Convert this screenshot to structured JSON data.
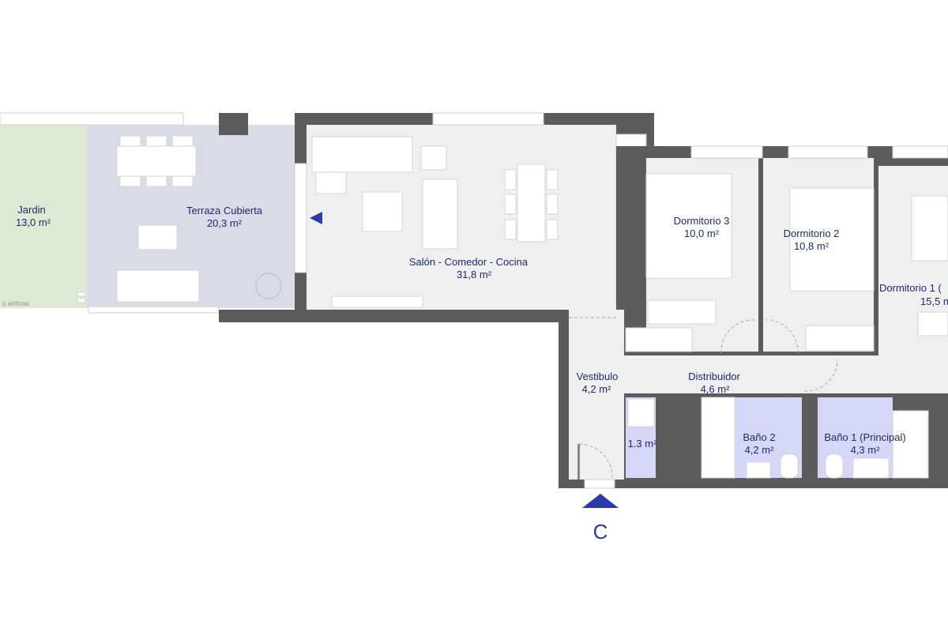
{
  "rooms": {
    "jardin": {
      "name": "Jardin",
      "area": "13,0 m²"
    },
    "terraza": {
      "name": "Terraza Cubierta",
      "area": "20,3 m²"
    },
    "salon": {
      "name": "Salón - Comedor - Cocina",
      "area": "31,8 m²"
    },
    "dorm3": {
      "name": "Dormitorio 3",
      "area": "10,0 m²"
    },
    "dorm2": {
      "name": "Dormitorio 2",
      "area": "10,8 m²"
    },
    "dorm1": {
      "name": "Dormitorio 1 (",
      "area": "15,5 m"
    },
    "vestibulo": {
      "name": "Vestibulo",
      "area": "4,2 m²"
    },
    "distribuidor": {
      "name": "Distribuidor",
      "area": "4,6 m²"
    },
    "aseo": {
      "area": "1.3 m²"
    },
    "bano2": {
      "name": "Baño 2",
      "area": "4,2 m²"
    },
    "bano1": {
      "name": "Baño 1 (Principal)",
      "area": "4,3 m²"
    }
  },
  "garden_note": "d artificial",
  "entrance_label": "C",
  "colors": {
    "wall": "#5c5c5c",
    "floor": "#efefef",
    "terrace": "#d9dbe7",
    "garden": "#dfe8d3",
    "bath": "#d6d7f6",
    "text": "#1f2a6b",
    "marker": "#2a3aa8"
  }
}
